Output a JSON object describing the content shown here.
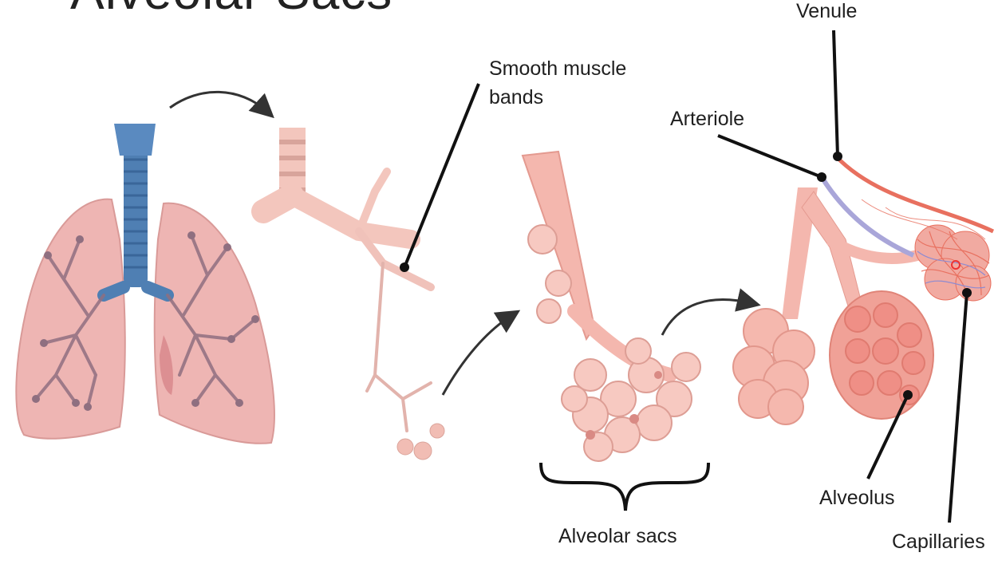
{
  "title": "Alveolar Sacs",
  "labels": {
    "smooth_muscle_line1": "Smooth muscle",
    "smooth_muscle_line2": "bands",
    "venule": "Venule",
    "arteriole": "Arteriole",
    "alveolar_sacs": "Alveolar sacs",
    "alveolus": "Alveolus",
    "capillaries": "Capillaries"
  },
  "colors": {
    "lung": "#e8a9a9",
    "trachea": "#4f7fb3",
    "bronchi": "#f3c6bd",
    "airway_tree": "#8f6f80",
    "alveolus": "#f2a79c",
    "arteriole": "#a9a6d9",
    "venule": "#e8705f",
    "leader_line": "#111111"
  }
}
